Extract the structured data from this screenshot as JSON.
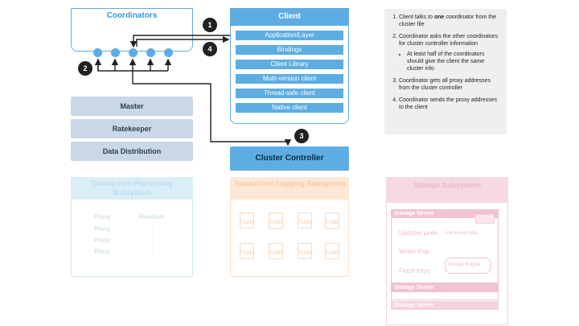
{
  "coordinators": {
    "title": "Coordinators"
  },
  "client": {
    "title": "Client",
    "layers": [
      "Application/Layer",
      "Bindings",
      "Client Library",
      "Multi-version client",
      "Thread-safe client",
      "Native client"
    ]
  },
  "badges": [
    "1",
    "2",
    "3",
    "4"
  ],
  "note": {
    "step1_pre": "Client talks to ",
    "step1_bold": "one",
    "step1_post": " coordinator from the cluster file",
    "step2": "Coordinator asks the other coordinators for cluster controller information",
    "step2_sub": "At least half of the coordinators should give the client the same cluster info",
    "step3": "Coordinator gets all proxy addresses from the cluster controller",
    "step4": "Coordinator sends the proxy addresses to the client"
  },
  "master": {
    "label": "Master"
  },
  "ratekeeper": {
    "label": "Ratekeeper"
  },
  "data_distribution": {
    "label": "Data Distribution"
  },
  "cluster_controller": {
    "label": "Cluster Controller"
  },
  "tps": {
    "title": "Transaction Processing Subsystem",
    "proxy": "Proxy",
    "resolver": "Resolver"
  },
  "tls": {
    "title": "Transaction Logging Subsystem",
    "tlog": "TLOG"
  },
  "storage": {
    "title": "Storage Subsystem",
    "server": "Storage Server",
    "updater": "Updater peek",
    "versioned": "Versioned data",
    "writer": "Writer Pop",
    "fetch": "Fetch keys",
    "engine": "Storage Engine"
  },
  "colors": {
    "accent": "#5dade2",
    "badge": "#222222",
    "grey": "#c9d7e6"
  }
}
